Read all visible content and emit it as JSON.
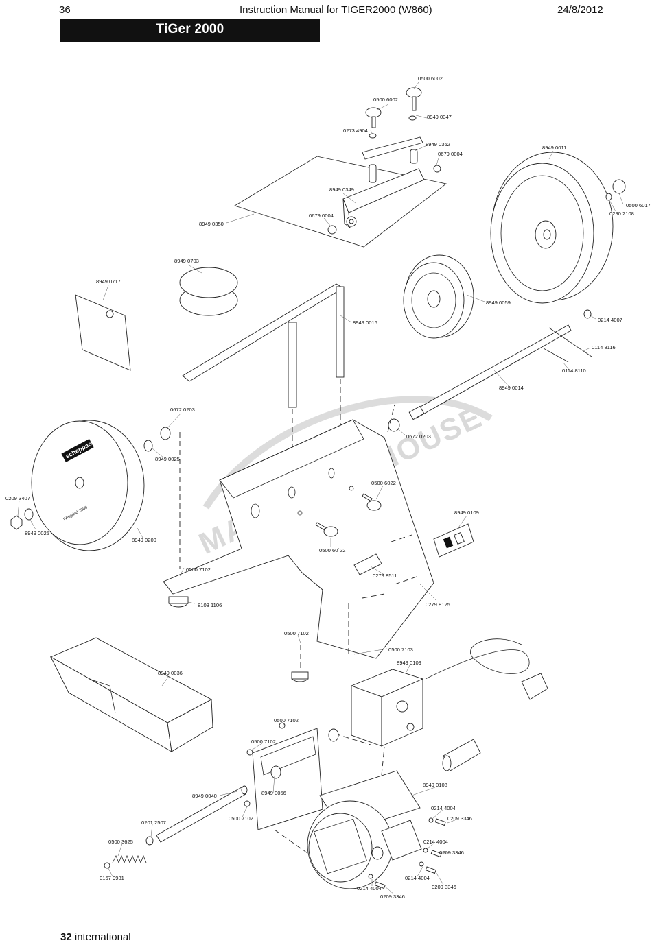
{
  "header": {
    "page_number": "36",
    "manual_title": "Instruction Manual for TIGER2000 (W860)",
    "date": "24/8/2012",
    "model_banner": "TiGer 2000"
  },
  "footer": {
    "page_number": "32",
    "label": "international"
  },
  "watermark": "MACHINERYHOUSE",
  "grinding_wheel": {
    "brand": "scheppach",
    "product": "Wetgrind 2000"
  },
  "parts": [
    {
      "id": "p01",
      "number": "0500 6002"
    },
    {
      "id": "p02",
      "number": "0500 6002"
    },
    {
      "id": "p03",
      "number": "8949 0347"
    },
    {
      "id": "p04",
      "number": "0273 4904"
    },
    {
      "id": "p05",
      "number": "8949 0362"
    },
    {
      "id": "p06",
      "number": "0679 0004"
    },
    {
      "id": "p07",
      "number": "8949 0349"
    },
    {
      "id": "p08",
      "number": "0679 0004"
    },
    {
      "id": "p09",
      "number": "8949 0350"
    },
    {
      "id": "p10",
      "number": "8949  0011"
    },
    {
      "id": "p11",
      "number": "0500 6017"
    },
    {
      "id": "p12",
      "number": "0290 2108"
    },
    {
      "id": "p13",
      "number": "8949 0703"
    },
    {
      "id": "p14",
      "number": "8949 0717"
    },
    {
      "id": "p15",
      "number": "8949 0016"
    },
    {
      "id": "p16",
      "number": "8949 0059"
    },
    {
      "id": "p17",
      "number": "0214 4007"
    },
    {
      "id": "p18",
      "number": "0114 8116"
    },
    {
      "id": "p19",
      "number": "0114 8110"
    },
    {
      "id": "p20",
      "number": "8949 0014"
    },
    {
      "id": "p21",
      "number": "0672 0203"
    },
    {
      "id": "p22",
      "number": "0672 0203"
    },
    {
      "id": "p23",
      "number": "8949 0025"
    },
    {
      "id": "p24",
      "number": "0500 6022"
    },
    {
      "id": "p25",
      "number": "0209 3407"
    },
    {
      "id": "p26",
      "number": "8949 0025"
    },
    {
      "id": "p27",
      "number": "8949 0200"
    },
    {
      "id": "p28",
      "number": "8949 0109"
    },
    {
      "id": "p29",
      "number": "0500 60`22"
    },
    {
      "id": "p30",
      "number": "0279 8511"
    },
    {
      "id": "p31",
      "number": "0500 7102"
    },
    {
      "id": "p32",
      "number": "8103 1106"
    },
    {
      "id": "p33",
      "number": "0279 8125"
    },
    {
      "id": "p34",
      "number": "0500 7102"
    },
    {
      "id": "p35",
      "number": "0500 7103"
    },
    {
      "id": "p36",
      "number": "8949 0036"
    },
    {
      "id": "p37",
      "number": "8949 0109"
    },
    {
      "id": "p38",
      "number": "0500 7102"
    },
    {
      "id": "p39",
      "number": "0500 7102"
    },
    {
      "id": "p40",
      "number": "8949 0108"
    },
    {
      "id": "p41",
      "number": "8949 0040"
    },
    {
      "id": "p42",
      "number": "8949 0056"
    },
    {
      "id": "p43",
      "number": "0214 4004"
    },
    {
      "id": "p44",
      "number": "0201 2507"
    },
    {
      "id": "p45",
      "number": "0500 7102"
    },
    {
      "id": "p46",
      "number": "0209 3346"
    },
    {
      "id": "p47",
      "number": "0500 3625"
    },
    {
      "id": "p48",
      "number": "0214 4004"
    },
    {
      "id": "p49",
      "number": "0209 3346"
    },
    {
      "id": "p50",
      "number": "0167 9931"
    },
    {
      "id": "p51",
      "number": "0214 4004"
    },
    {
      "id": "p52",
      "number": "0209 3346"
    },
    {
      "id": "p53",
      "number": "0214 4004"
    },
    {
      "id": "p54",
      "number": "0209 3346"
    }
  ]
}
